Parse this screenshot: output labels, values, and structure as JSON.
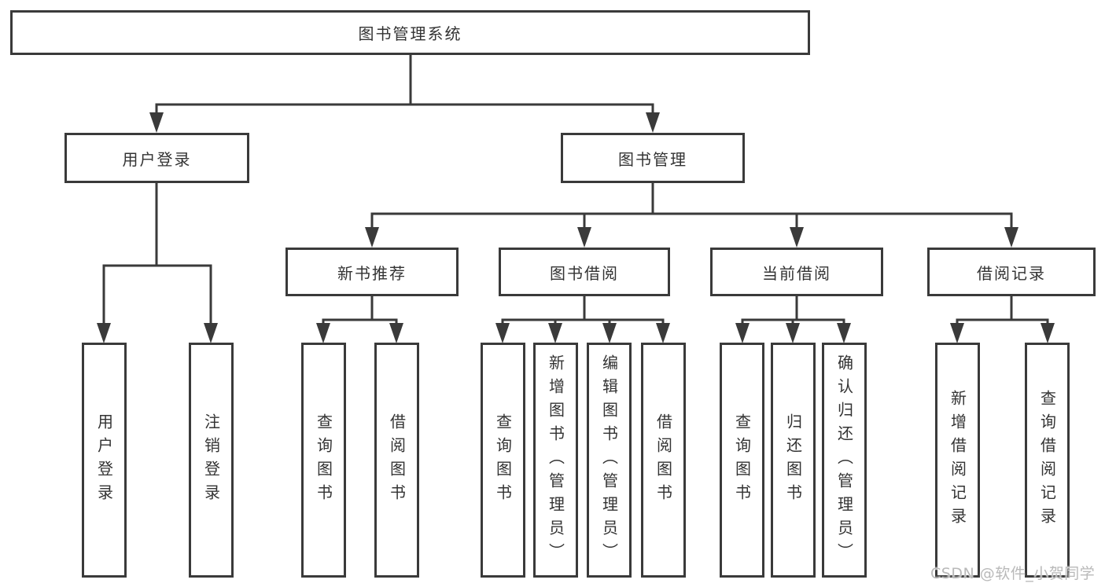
{
  "diagram": {
    "type": "hierarchy-tree",
    "watermark": "CSDN @软件_小贺同学",
    "colors": {
      "line": "#3a3a3a",
      "box_border": "#3a3a3a",
      "text": "#333333",
      "background": "#ffffff",
      "watermark": "#b9b9b9"
    },
    "root": {
      "label": "图书管理系统",
      "children": [
        {
          "label": "用户登录",
          "children": [
            {
              "label": "用户登录"
            },
            {
              "label": "注销登录"
            }
          ]
        },
        {
          "label": "图书管理",
          "children": [
            {
              "label": "新书推荐",
              "children": [
                {
                  "label": "查询图书"
                },
                {
                  "label": "借阅图书"
                }
              ]
            },
            {
              "label": "图书借阅",
              "children": [
                {
                  "label": "查询图书"
                },
                {
                  "label": "新增图书（管理员）"
                },
                {
                  "label": "编辑图书（管理员）"
                },
                {
                  "label": "借阅图书"
                }
              ]
            },
            {
              "label": "当前借阅",
              "children": [
                {
                  "label": "查询图书"
                },
                {
                  "label": "归还图书"
                },
                {
                  "label": "确认归还（管理员）"
                }
              ]
            },
            {
              "label": "借阅记录",
              "children": [
                {
                  "label": "新增借阅记录"
                },
                {
                  "label": "查询借阅记录"
                }
              ]
            }
          ]
        }
      ]
    }
  }
}
